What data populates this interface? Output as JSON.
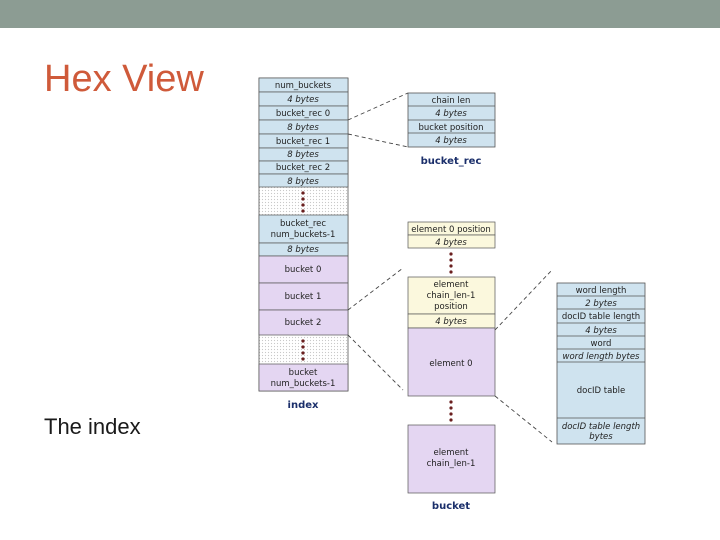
{
  "slide": {
    "title": "Hex View",
    "subtitle": "The index"
  },
  "colors": {
    "topbar": "#8c9c93",
    "title": "#cf5a3a",
    "blue_fill": "#cfe3ef",
    "yellow_fill": "#fbf8dd",
    "purple_fill": "#e4d6f2",
    "caption": "#1a2e6a"
  },
  "diagram": {
    "index": {
      "caption": "index",
      "num_buckets": "num_buckets",
      "num_buckets_size": "4 bytes",
      "rec0": "bucket_rec 0",
      "rec0_size": "8 bytes",
      "rec1": "bucket_rec 1",
      "rec1_size": "8 bytes",
      "rec2": "bucket_rec 2",
      "rec2_size": "8 bytes",
      "rec_last_line1": "bucket_rec",
      "rec_last_line2": "num_buckets-1",
      "rec_last_size": "8 bytes",
      "bucket0": "bucket 0",
      "bucket1": "bucket 1",
      "bucket2": "bucket 2",
      "bucket_last_line1": "bucket",
      "bucket_last_line2": "num_buckets-1"
    },
    "bucket_rec": {
      "caption": "bucket_rec",
      "chain_len": "chain len",
      "chain_len_size": "4 bytes",
      "bucket_position": "bucket position",
      "bucket_position_size": "4 bytes"
    },
    "bucket": {
      "caption": "bucket",
      "elem0_pos": "element 0 position",
      "elem0_pos_size": "4 bytes",
      "elem_last_pos_line1": "element",
      "elem_last_pos_line2": "chain_len-1",
      "elem_last_pos_line3": "position",
      "elem_last_pos_size": "4 bytes",
      "element0": "element 0",
      "elem_last_line1": "element",
      "elem_last_line2": "chain_len-1"
    },
    "element": {
      "word_length": "word length",
      "word_length_size": "2 bytes",
      "docid_table_length": "docID table length",
      "docid_table_length_size": "4 bytes",
      "word": "word",
      "word_size": "word length bytes",
      "docid_table": "docID table",
      "docid_table_size_line1": "docID table length",
      "docid_table_size_line2": "bytes"
    }
  }
}
